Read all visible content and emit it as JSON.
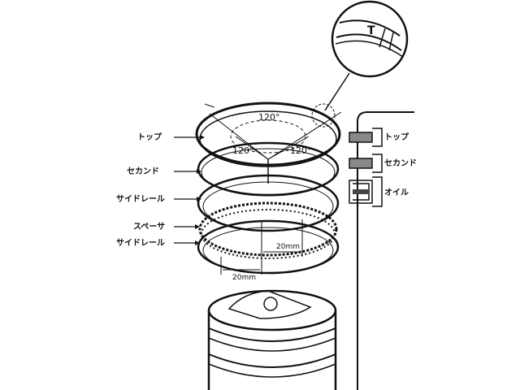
{
  "labels": {
    "left": [
      "トップ",
      "セカンド",
      "サイドレール",
      "スペーサ",
      "サイドレール"
    ],
    "right": [
      "トップ",
      "セカンド",
      "オイル"
    ]
  },
  "angles": [
    "120°",
    "120°",
    "120°"
  ],
  "dimensions": [
    "20mm",
    "20mm"
  ],
  "detail_mark": "T"
}
